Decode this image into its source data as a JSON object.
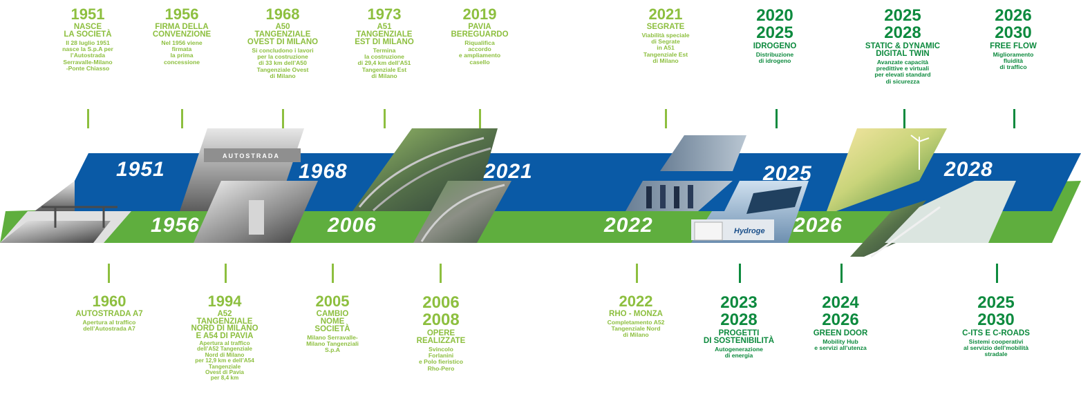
{
  "top_events": [
    {
      "year": "1951",
      "title": "NASCE\nLA SOCIETÀ",
      "desc": "Il 28 luglio 1951\nnasce la S.p.A per\nl’Autostrada\nSerravalle-Milano\n-Ponte Chiasso",
      "tone": "light"
    },
    {
      "year": "1956",
      "title": "FIRMA DELLA\nCONVENZIONE",
      "desc": "Nel 1956 viene\nfirmata\nla prima\nconcessione",
      "tone": "light"
    },
    {
      "year": "1968",
      "title": "A50\nTANGENZIALE\nOVEST DI MILANO",
      "desc": "Si concludono i lavori\nper la costruzione\ndi 33 km dell’A50\nTangenziale Ovest\ndi Milano",
      "tone": "light"
    },
    {
      "year": "1973",
      "title": "A51\nTANGENZIALE\nEST DI MILANO",
      "desc": "Termina\nla costruzione\ndi 29,4 km dell’A51\nTangenziale Est\ndi Milano",
      "tone": "light"
    },
    {
      "year": "2019",
      "title": "PAVIA\nBEREGUARDO",
      "desc": "Riqualifica\naccordo\ne ampliamento\ncasello",
      "tone": "light"
    },
    {
      "year": "2021",
      "title": "SEGRATE",
      "desc": "Viabilità speciale\ndi Segrate\nin A51\nTangenziale Est\ndi Milano",
      "tone": "light"
    },
    {
      "year": "2020\n2025",
      "title": "IDROGENO",
      "desc": "Distribuzione\ndi idrogeno",
      "tone": "dark"
    },
    {
      "year": "2025\n2028",
      "title": "STATIC & DYNAMIC\nDIGITAL TWIN",
      "desc": "Avanzate capacità\npredittive e virtuali\nper elevati standard\ndi sicurezza",
      "tone": "dark"
    },
    {
      "year": "2026\n2030",
      "title": "FREE FLOW",
      "desc": "Miglioramento\nfluidità\ndi traffico",
      "tone": "dark"
    }
  ],
  "bottom_events": [
    {
      "year": "1960",
      "title": "AUTOSTRADA A7",
      "desc": "Apertura al traffico\ndell’Autostrada A7",
      "tone": "light"
    },
    {
      "year": "1994",
      "title": "A52\nTANGENZIALE\nNORD DI MILANO\nE A54 DI PAVIA",
      "desc": "Apertura al traffico\ndell’A52 Tangenziale\nNord di Milano\nper 12,9 km e dell’A54\nTangenziale\nOvest di Pavia\nper 8,4 km",
      "tone": "light"
    },
    {
      "year": "2005",
      "title": "CAMBIO\nNOME\nSOCIETÀ",
      "desc": "Milano Serravalle-\nMilano Tangenziali\nS.p.A",
      "tone": "light"
    },
    {
      "year": "2006\n2008",
      "title": "OPERE\nREALIZZATE",
      "desc": "Svincolo\nForlanini\ne Polo fieristico\nRho-Pero",
      "tone": "light"
    },
    {
      "year": "2022",
      "title": "RHO - MONZA",
      "desc": "Completamento A52\nTangenziale Nord\ndi Milano",
      "tone": "light"
    },
    {
      "year": "2023\n2028",
      "title": "PROGETTI\nDI SOSTENIBILITÀ",
      "desc": "Autogenerazione\ndi energia",
      "tone": "dark"
    },
    {
      "year": "2024\n2026",
      "title": "GREEN DOOR",
      "desc": "Mobility Hub\ne servizi all’utenza",
      "tone": "dark"
    },
    {
      "year": "2025\n2030",
      "title": "C-ITS E C-ROADS",
      "desc": "Sistemi cooperativi\nal servizio dell’mobilità\nstradale",
      "tone": "dark"
    }
  ],
  "band_labels_blue": [
    "1951",
    "1968",
    "2021",
    "2025",
    "2028"
  ],
  "band_labels_green": [
    "1956",
    "2006",
    "2022",
    "2026"
  ],
  "photo_text": [
    "AUTOSTRADA",
    "Hydroge"
  ],
  "colors": {
    "blue": "#0a5aa6",
    "green": "#5fae3e",
    "light_green_text": "#8dbf3f",
    "dark_green_text": "#0d8a3e"
  }
}
